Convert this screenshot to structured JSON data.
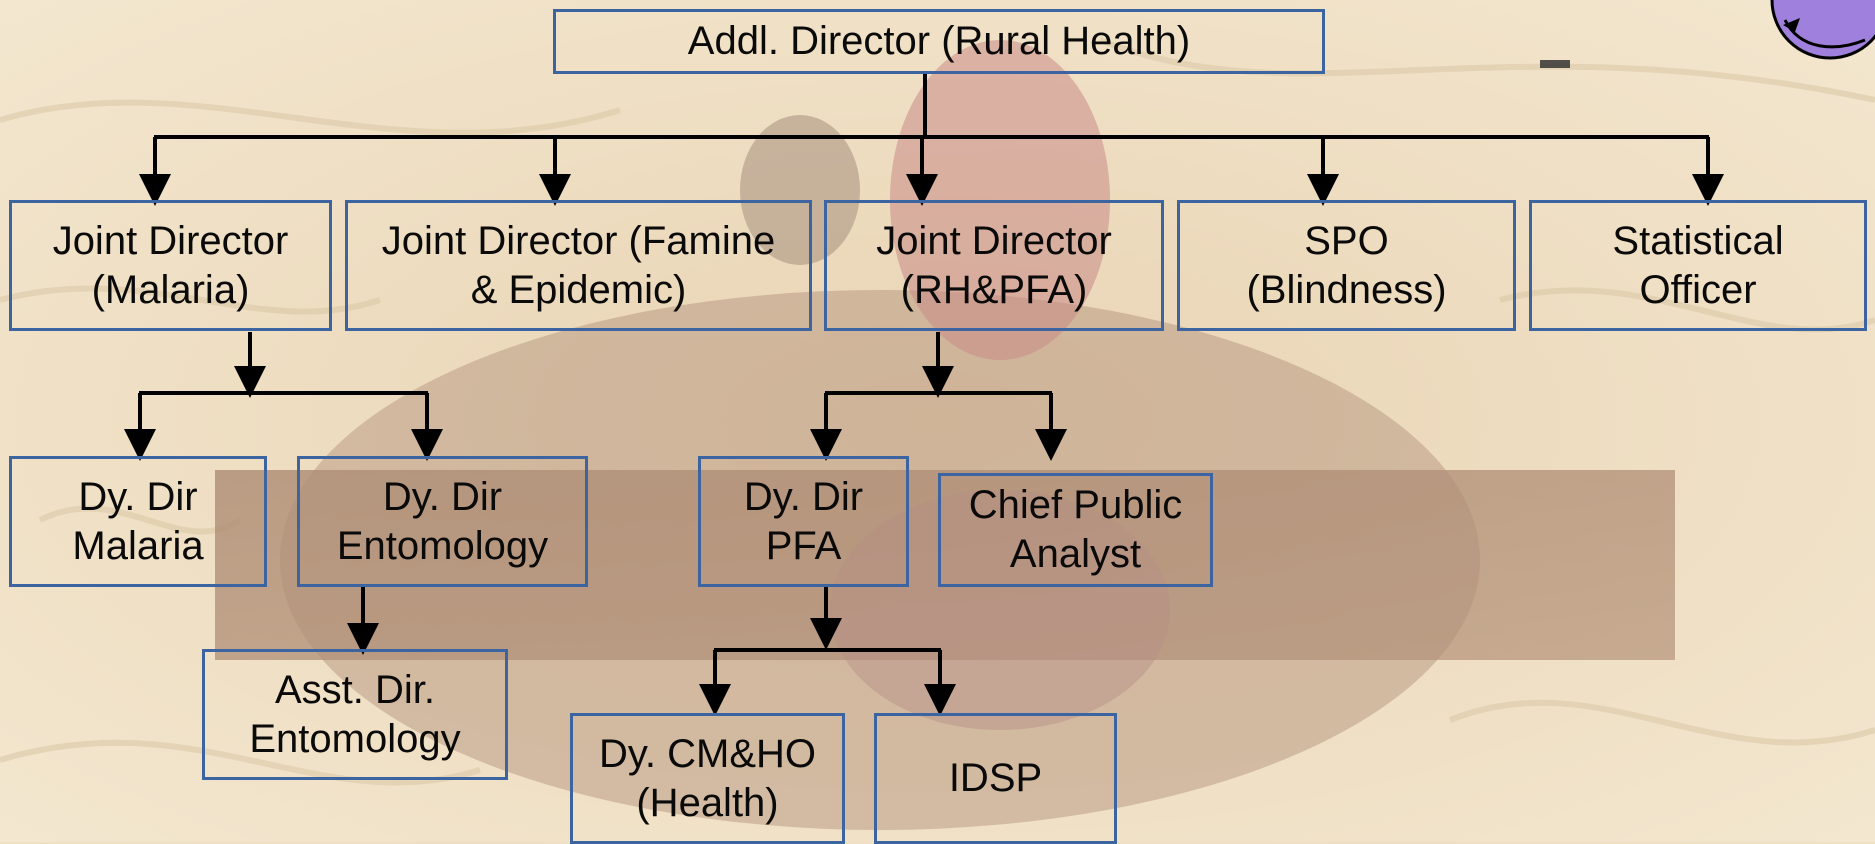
{
  "org_chart": {
    "root": "Addl. Director (Rural Health)",
    "joint_directors": [
      "Joint Director\n(Malaria)",
      "Joint Director (Famine\n& Epidemic)",
      "Joint Director\n(RH&PFA)",
      "SPO\n(Blindness)",
      "Statistical\nOfficer"
    ],
    "malaria_branch": {
      "dy_dir_malaria": "Dy. Dir\nMalaria",
      "dy_dir_entomology": "Dy. Dir\nEntomology",
      "asst_dir_entomology": "Asst. Dir.\nEntomology"
    },
    "rhpfa_branch": {
      "dy_dir_pfa": "Dy. Dir\nPFA",
      "chief_public_analyst": "Chief Public\nAnalyst",
      "dy_cmho": "Dy. CM&HO\n(Health)",
      "idsp": "IDSP"
    }
  },
  "colors": {
    "background": "#efe0c4",
    "box_border": "#3c64a0",
    "connector": "#000000",
    "text": "#0a0a0a"
  }
}
